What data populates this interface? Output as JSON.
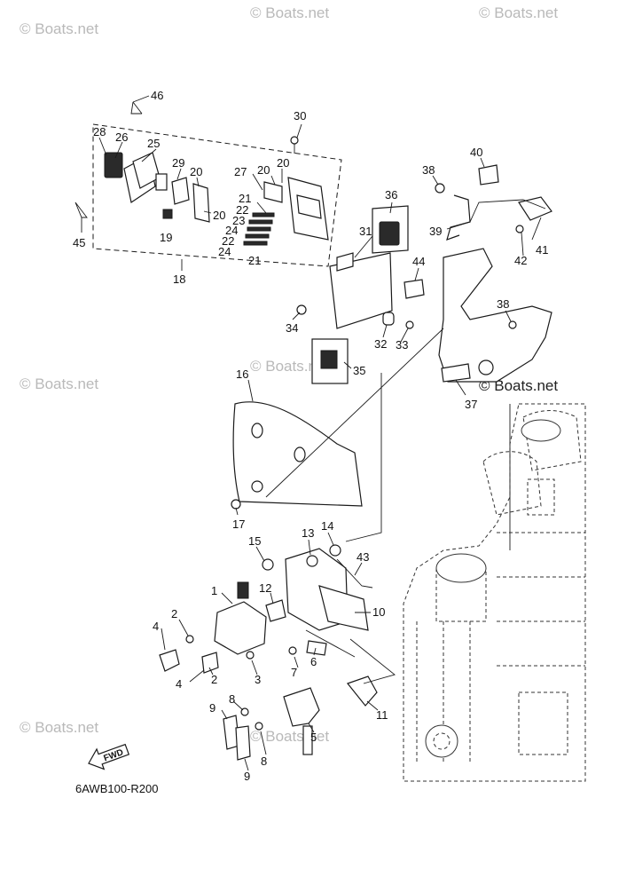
{
  "diagram_code": "6AWB100-R200",
  "fwd_label": "FWD",
  "watermark": "© Boats.net",
  "callouts": [
    {
      "id": "c46",
      "label": "46"
    },
    {
      "id": "c28",
      "label": "28"
    },
    {
      "id": "c26",
      "label": "26"
    },
    {
      "id": "c25",
      "label": "25"
    },
    {
      "id": "c29",
      "label": "29"
    },
    {
      "id": "c20a",
      "label": "20"
    },
    {
      "id": "c27",
      "label": "27"
    },
    {
      "id": "c20b",
      "label": "20"
    },
    {
      "id": "c20c",
      "label": "20"
    },
    {
      "id": "c30",
      "label": "30"
    },
    {
      "id": "c21a",
      "label": "21"
    },
    {
      "id": "c22a",
      "label": "22"
    },
    {
      "id": "c23",
      "label": "23"
    },
    {
      "id": "c20d",
      "label": "20"
    },
    {
      "id": "c24a",
      "label": "24"
    },
    {
      "id": "c22b",
      "label": "22"
    },
    {
      "id": "c24b",
      "label": "24"
    },
    {
      "id": "c21b",
      "label": "21"
    },
    {
      "id": "c19",
      "label": "19"
    },
    {
      "id": "c45",
      "label": "45"
    },
    {
      "id": "c18",
      "label": "18"
    },
    {
      "id": "c36",
      "label": "36"
    },
    {
      "id": "c31",
      "label": "31"
    },
    {
      "id": "c38a",
      "label": "38"
    },
    {
      "id": "c40",
      "label": "40"
    },
    {
      "id": "c39",
      "label": "39"
    },
    {
      "id": "c41",
      "label": "41"
    },
    {
      "id": "c42",
      "label": "42"
    },
    {
      "id": "c44",
      "label": "44"
    },
    {
      "id": "c38b",
      "label": "38"
    },
    {
      "id": "c34",
      "label": "34"
    },
    {
      "id": "c32",
      "label": "32"
    },
    {
      "id": "c33",
      "label": "33"
    },
    {
      "id": "c35",
      "label": "35"
    },
    {
      "id": "c37",
      "label": "37"
    },
    {
      "id": "c16",
      "label": "16"
    },
    {
      "id": "c17",
      "label": "17"
    },
    {
      "id": "c15",
      "label": "15"
    },
    {
      "id": "c13",
      "label": "13"
    },
    {
      "id": "c14",
      "label": "14"
    },
    {
      "id": "c43",
      "label": "43"
    },
    {
      "id": "c1",
      "label": "1"
    },
    {
      "id": "c12",
      "label": "12"
    },
    {
      "id": "c10",
      "label": "10"
    },
    {
      "id": "c2a",
      "label": "2"
    },
    {
      "id": "c4a",
      "label": "4"
    },
    {
      "id": "c2b",
      "label": "2"
    },
    {
      "id": "c4b",
      "label": "4"
    },
    {
      "id": "c3",
      "label": "3"
    },
    {
      "id": "c7",
      "label": "7"
    },
    {
      "id": "c6",
      "label": "6"
    },
    {
      "id": "c11",
      "label": "11"
    },
    {
      "id": "c8a",
      "label": "8"
    },
    {
      "id": "c9a",
      "label": "9"
    },
    {
      "id": "c5",
      "label": "5"
    },
    {
      "id": "c8b",
      "label": "8"
    },
    {
      "id": "c9b",
      "label": "9"
    }
  ]
}
